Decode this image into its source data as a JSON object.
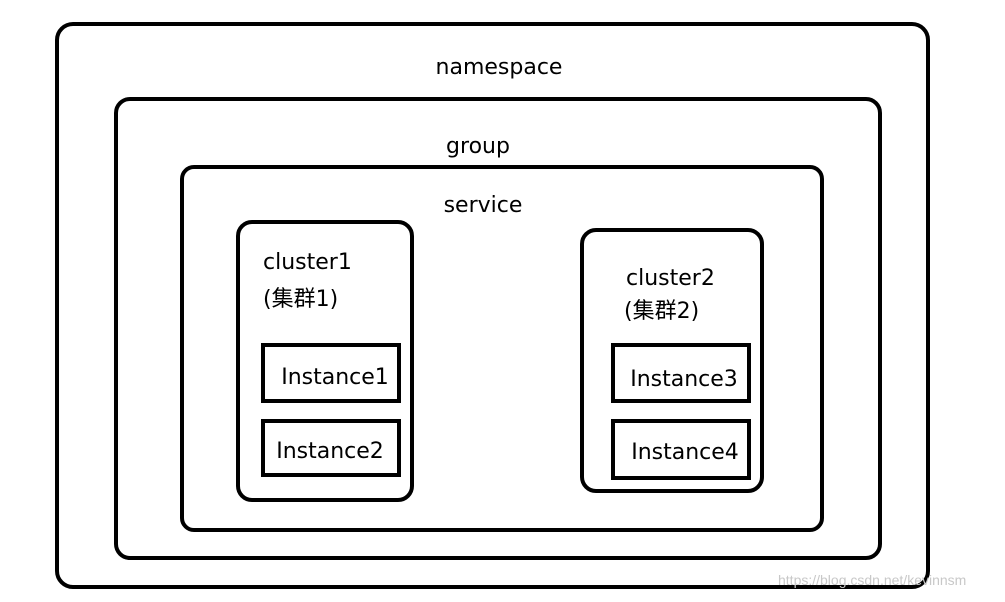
{
  "diagram": {
    "namespace": {
      "label": "namespace"
    },
    "group": {
      "label": "group"
    },
    "service": {
      "label": "service"
    },
    "clusters": [
      {
        "name": "cluster1",
        "subtitle": "(集群1)",
        "instances": [
          "Instance1",
          "Instance2"
        ]
      },
      {
        "name": "cluster2",
        "subtitle": "(集群2)",
        "instances": [
          "Instance3",
          "Instance4"
        ]
      }
    ]
  },
  "watermark": "https://blog.csdn.net/kevinnsm",
  "colors": {
    "stroke": "#000000",
    "background": "#ffffff",
    "watermark": "#c8c8c8"
  }
}
